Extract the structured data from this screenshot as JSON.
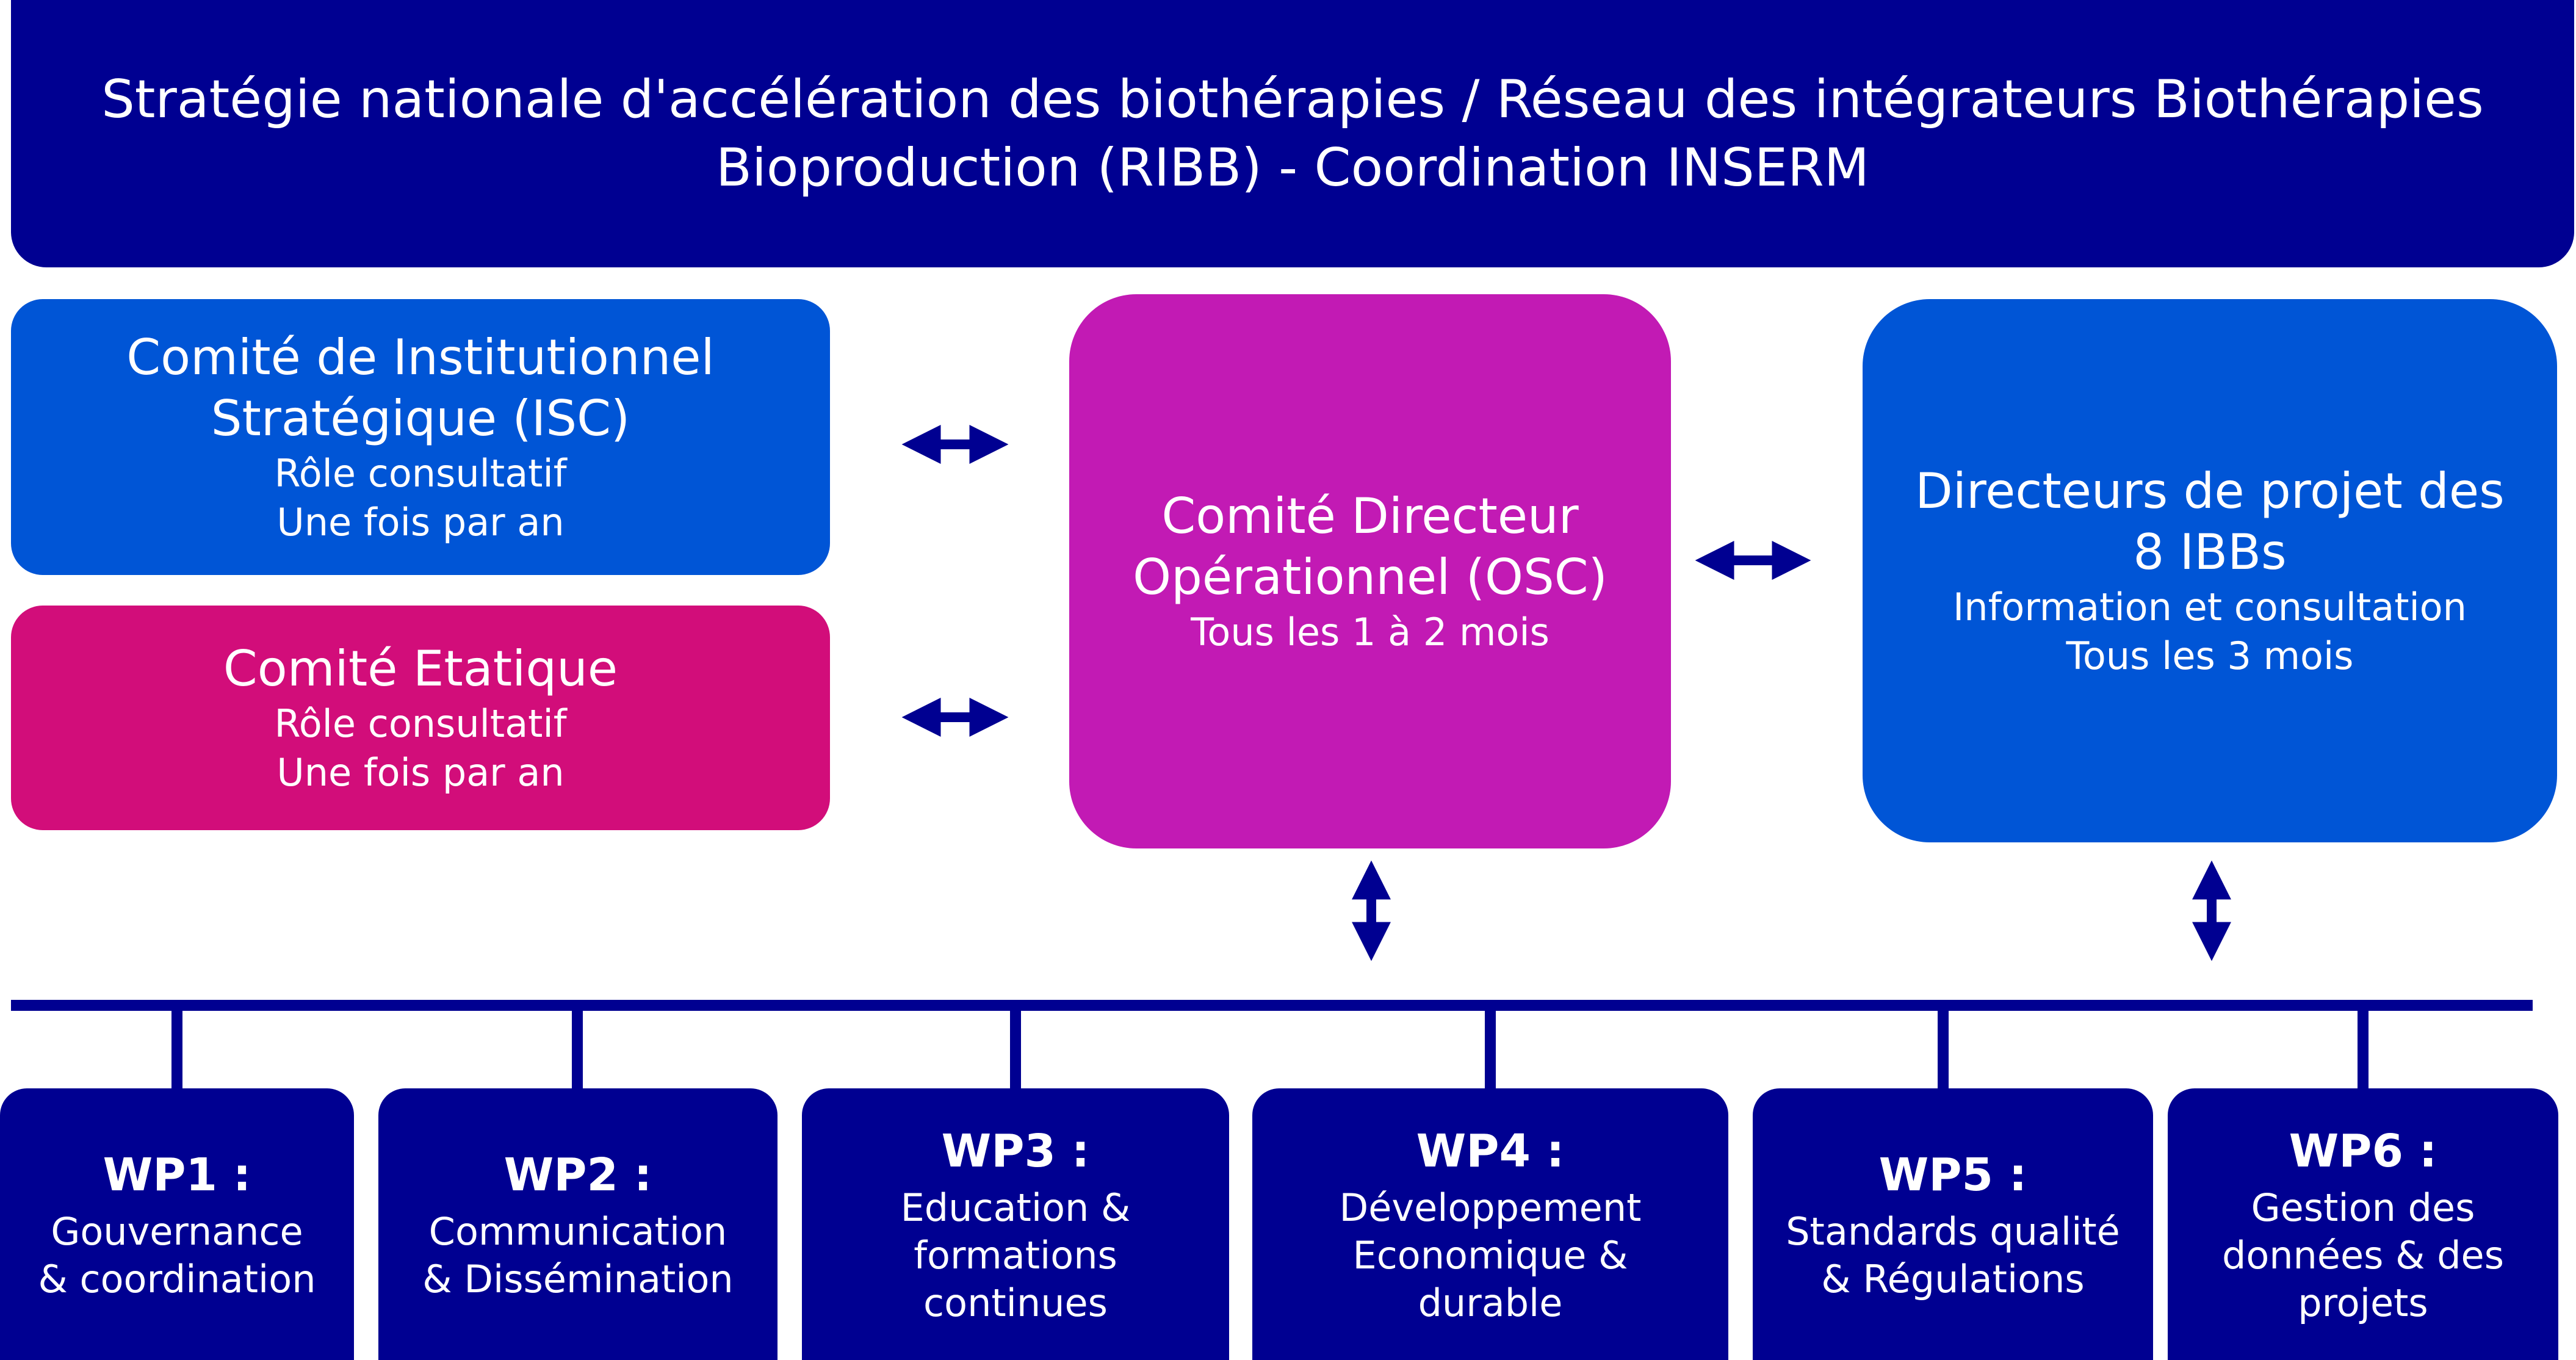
{
  "header": {
    "line1": "Stratégie nationale d'accélération des biothérapies / Réseau des intégrateurs Biothérapies",
    "line2": "Bioproduction (RIBB) - Coordination INSERM"
  },
  "isc": {
    "title_line1": "Comité de Institutionnel",
    "title_line2": "Stratégique (ISC)",
    "sub1": "Rôle consultatif",
    "sub2": "Une fois par an"
  },
  "etatique": {
    "title": "Comité Etatique",
    "sub1": "Rôle consultatif",
    "sub2": "Une fois par an"
  },
  "osc": {
    "title_line1": "Comité Directeur",
    "title_line2": "Opérationnel (OSC)",
    "sub": "Tous les 1 à 2 mois"
  },
  "directeurs": {
    "title_line1": "Directeurs de projet des",
    "title_line2": "8 IBBs",
    "sub1": "Information et consultation",
    "sub2": "Tous les 3 mois"
  },
  "work_packages": [
    {
      "title": "WP1 :",
      "lines": [
        "Gouvernance",
        "& coordination"
      ]
    },
    {
      "title": "WP2 :",
      "lines": [
        "Communication",
        "& Dissémination"
      ]
    },
    {
      "title": "WP3 :",
      "lines": [
        "Education &",
        "formations",
        "continues"
      ]
    },
    {
      "title": "WP4 :",
      "lines": [
        "Développement",
        "Economique &",
        "durable"
      ]
    },
    {
      "title": "WP5 :",
      "lines": [
        "Standards qualité",
        "& Régulations"
      ]
    },
    {
      "title": "WP6 :",
      "lines": [
        "Gestion des",
        "données & des",
        "projets"
      ]
    }
  ],
  "colors": {
    "navy": "#000091",
    "blue": "#0055d6",
    "pink": "#d20d7a",
    "magenta": "#c21ab4",
    "connector": "#000091"
  }
}
